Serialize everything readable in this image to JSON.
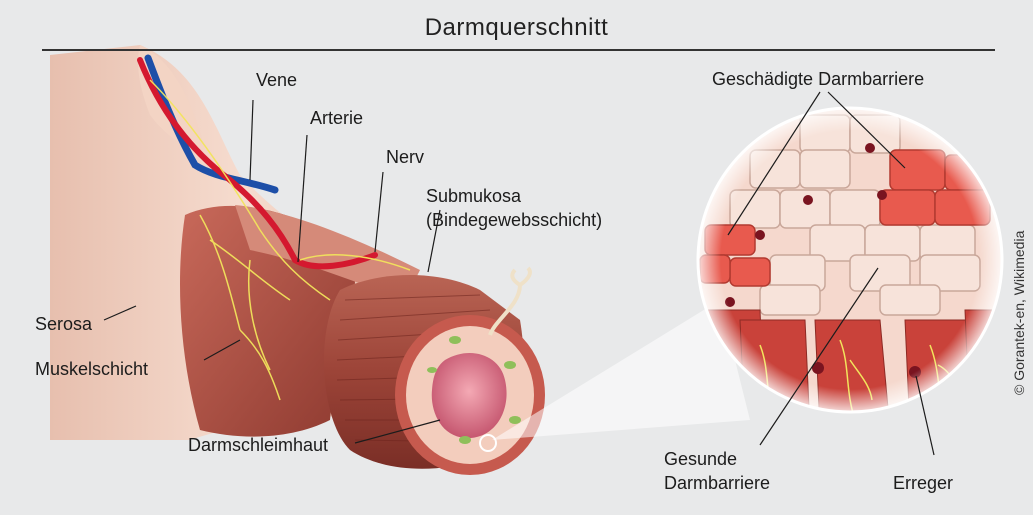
{
  "title": "Darmquerschnitt",
  "labels": {
    "vene": "Vene",
    "arterie": "Arterie",
    "nerv": "Nerv",
    "submukosa_line1": "Submukosa",
    "submukosa_line2": "(Bindegewebsschicht)",
    "serosa": "Serosa",
    "muskelschicht": "Muskelschicht",
    "darmschleimhaut": "Darmschleimhaut",
    "geschaedigte": "Geschädigte Darmbarriere",
    "gesunde_line1": "Gesunde",
    "gesunde_line2": "Darmbarriere",
    "erreger": "Erreger"
  },
  "copyright": "© Gorantek-en, Wikimedia",
  "colors": {
    "background": "#e8e9ea",
    "serosa": "#efcfbf",
    "muscle": "#b6574a",
    "mucosa": "#f2c9b7",
    "vein": "#1d4fa8",
    "artery": "#d4192f",
    "nerve": "#f2e45c",
    "damaged_cell": "#e85a4e",
    "healthy_cell": "#f7e3da",
    "pathogen": "#7a1420"
  }
}
